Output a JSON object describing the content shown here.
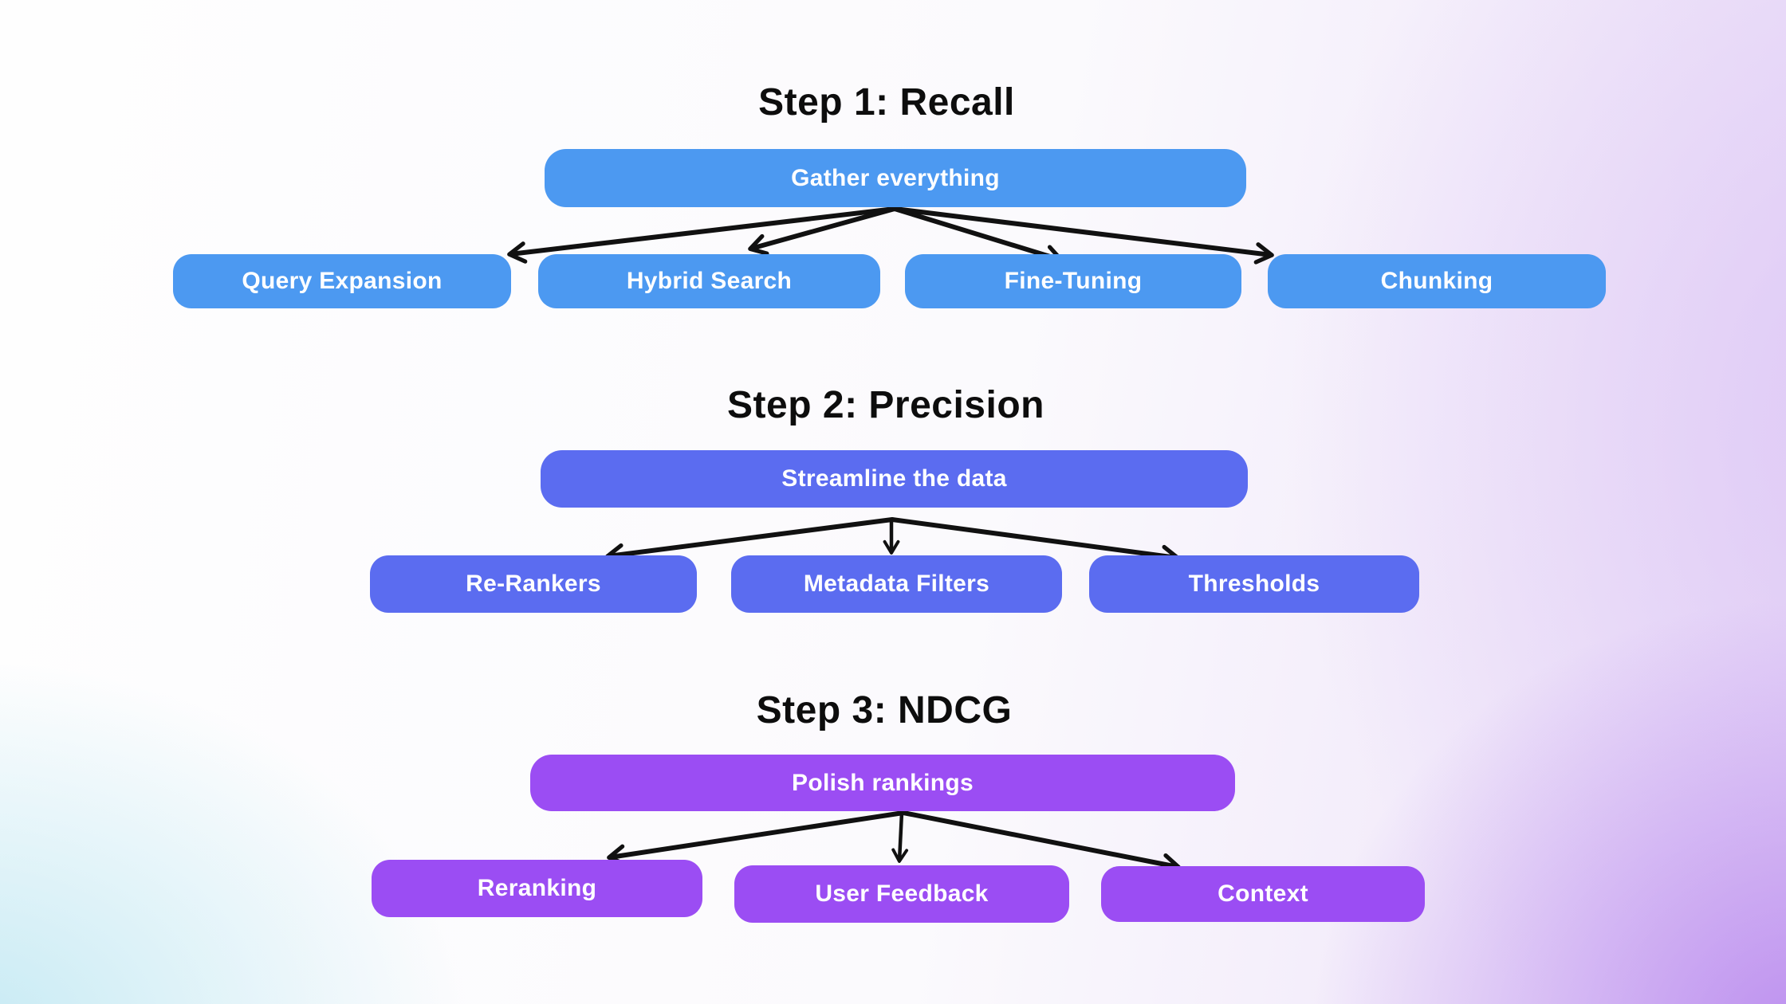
{
  "diagram": {
    "steps": [
      {
        "title": "Step 1: Recall",
        "color": "#4c99f1",
        "parent": "Gather everything",
        "children": [
          "Query Expansion",
          "Hybrid Search",
          "Fine-Tuning",
          "Chunking"
        ]
      },
      {
        "title": "Step 2: Precision",
        "color": "#5b6cf0",
        "parent": "Streamline the data",
        "children": [
          "Re-Rankers",
          "Metadata Filters",
          "Thresholds"
        ]
      },
      {
        "title": "Step 3: NDCG",
        "color": "#9b4df3",
        "parent": "Polish rankings",
        "children": [
          "Reranking",
          "User Feedback",
          "Context"
        ]
      }
    ],
    "arrow_color": "#111111",
    "node_text_color": "#ffffff",
    "title_color": "#0d0d0d",
    "background": {
      "top_left": "#fefefe",
      "bottom_left": "#e3f3fa",
      "top_right": "#efe5fa",
      "right_middle": "#dcc8f5",
      "bottom_right": "#c9a8ef"
    }
  }
}
